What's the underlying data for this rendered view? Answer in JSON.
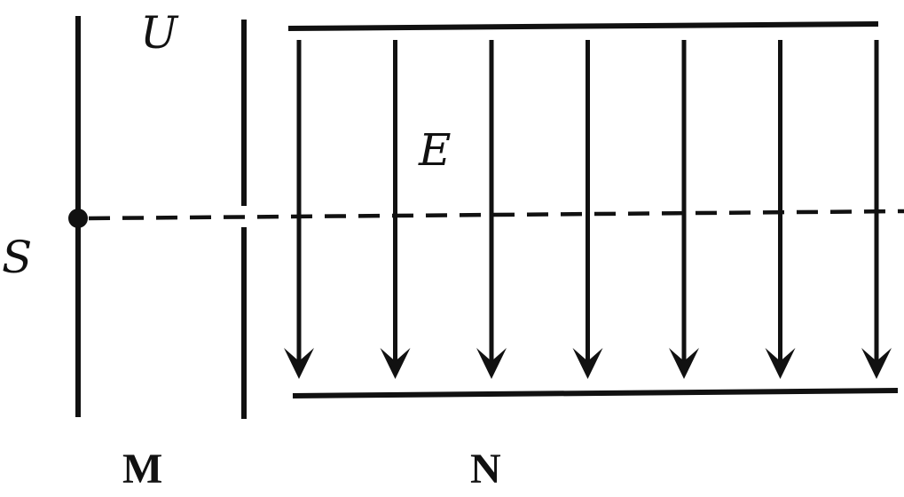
{
  "labels": {
    "U": "U",
    "E": "E",
    "S": "S",
    "M": "M",
    "N": "N"
  },
  "field": {
    "arrow_count": 7,
    "direction": "down"
  },
  "colors": {
    "ink": "#111111",
    "background": "#ffffff"
  }
}
